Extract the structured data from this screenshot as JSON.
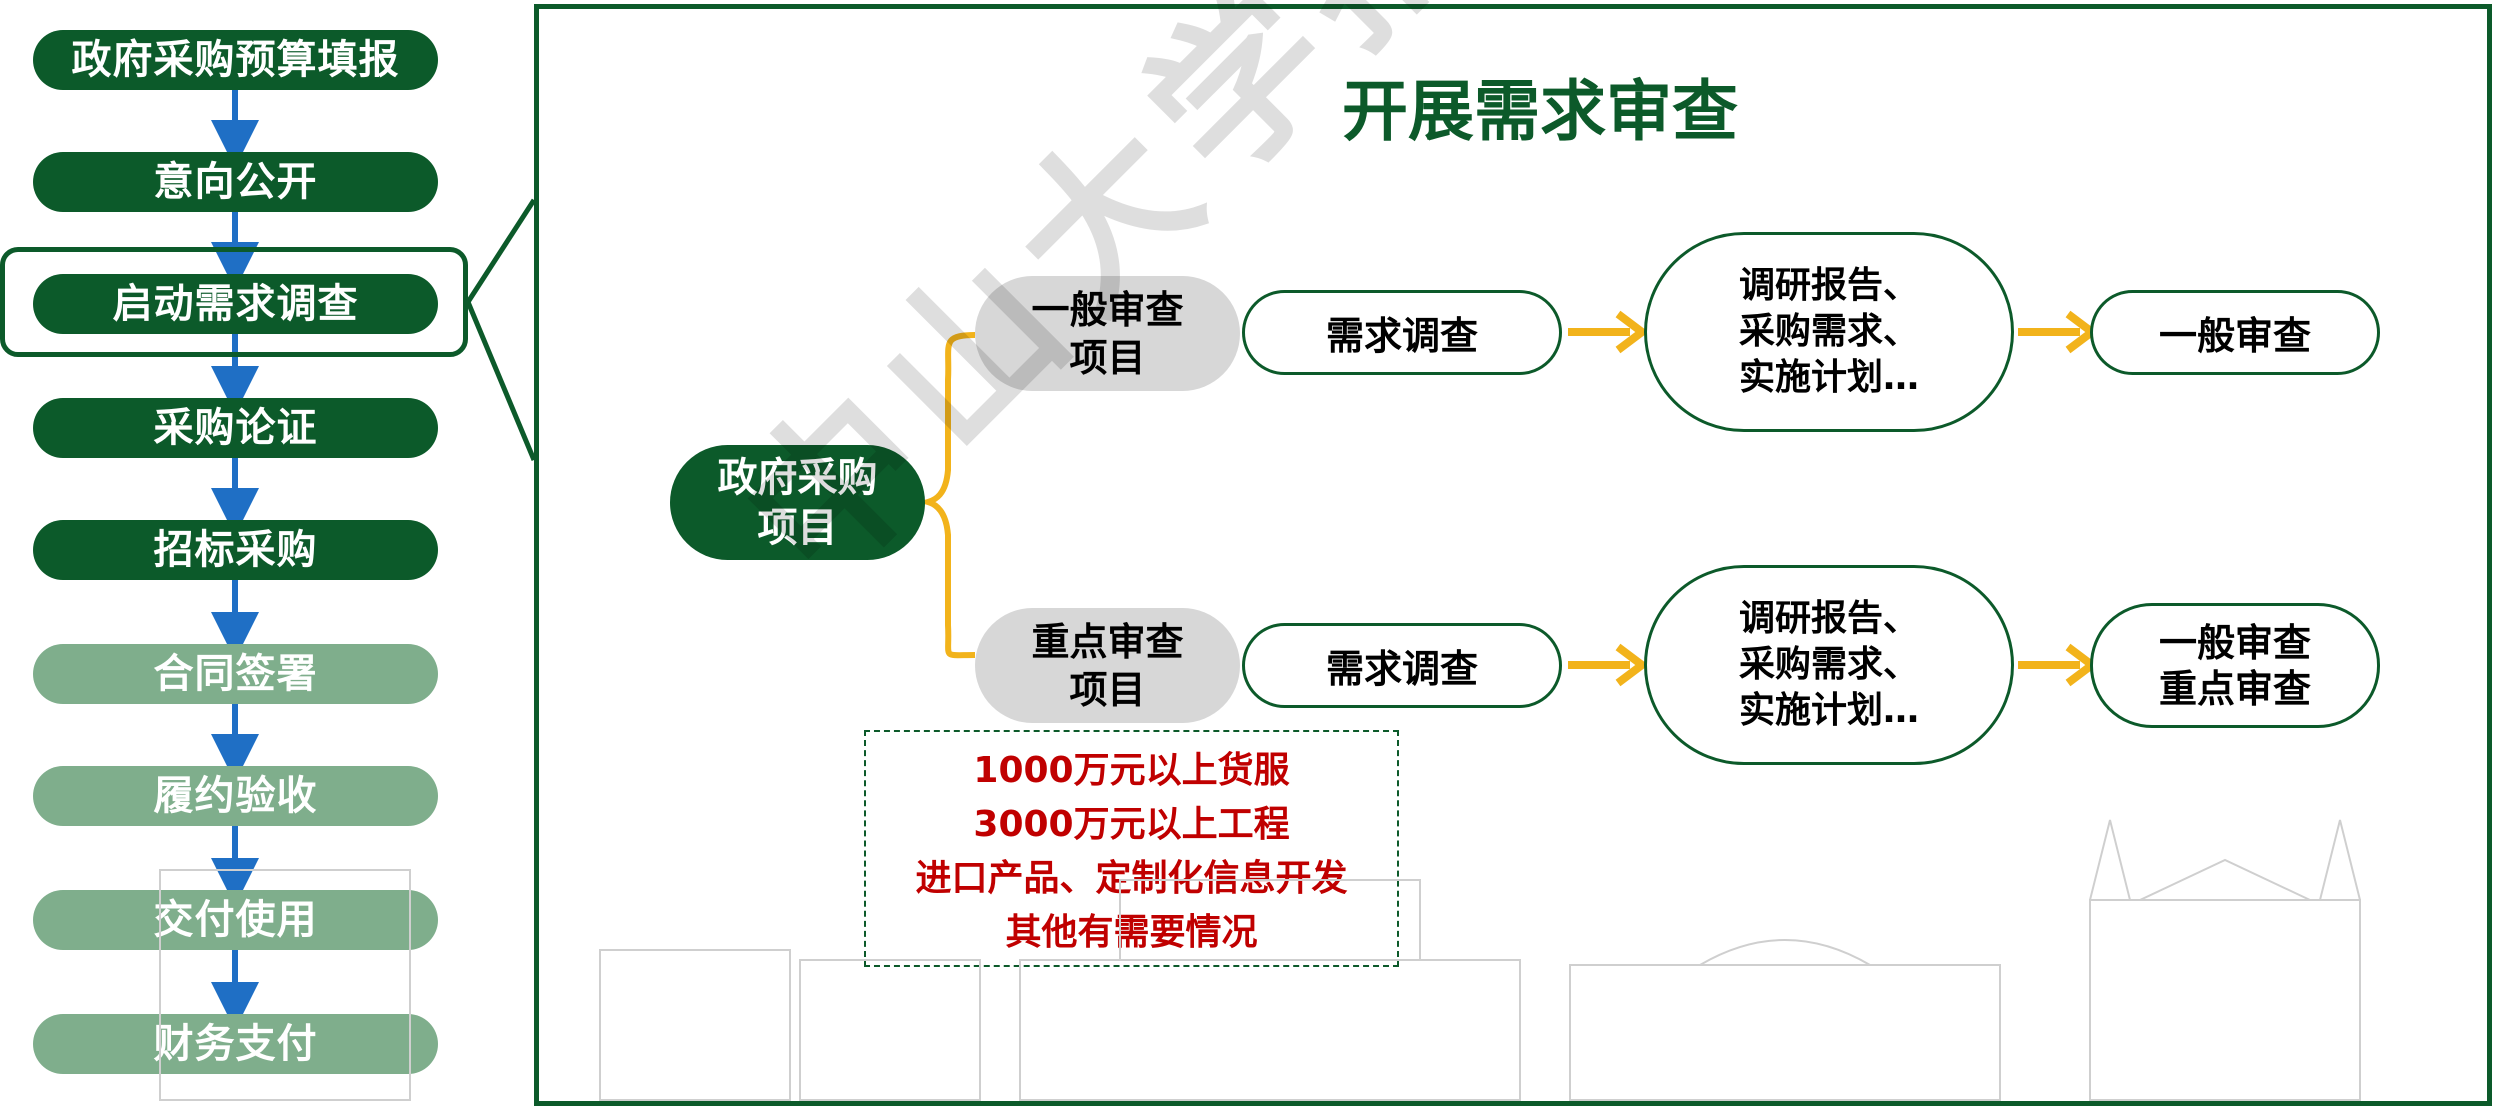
{
  "process_steps": [
    {
      "label": "政府采购预算填报",
      "style": "dark"
    },
    {
      "label": "意向公开",
      "style": "dark"
    },
    {
      "label": "启动需求调查",
      "style": "dark",
      "highlighted": true
    },
    {
      "label": "采购论证",
      "style": "dark"
    },
    {
      "label": "招标采购",
      "style": "dark"
    },
    {
      "label": "合同签署",
      "style": "light"
    },
    {
      "label": "履约验收",
      "style": "light"
    },
    {
      "label": "交付使用",
      "style": "light"
    },
    {
      "label": "财务支付",
      "style": "light"
    }
  ],
  "panel": {
    "title": "开展需求审查",
    "root_line1": "政府采购",
    "root_line2": "项目",
    "branch_general": {
      "category_line1": "一般审查",
      "category_line2": "项目",
      "survey": "需求调查",
      "report_line1": "调研报告、",
      "report_line2": "采购需求、",
      "report_line3": "实施计划…",
      "result_line1": "一般审查"
    },
    "branch_key": {
      "category_line1": "重点审查",
      "category_line2": "项目",
      "survey": "需求调查",
      "report_line1": "调研报告、",
      "report_line2": "采购需求、",
      "report_line3": "实施计划…",
      "result_line1": "一般审查",
      "result_line2": "重点审查"
    },
    "criteria": [
      "1000万元以上货服",
      "3000万元以上工程",
      "进口产品、定制化信息开发",
      "其他有需要情况"
    ]
  },
  "watermark": "中山大学招标中心",
  "colors": {
    "primary_green": "#0c5a2a",
    "light_green": "#7fae8c",
    "connector_blue": "#1f6fc5",
    "arrow_yellow": "#f2b31b",
    "criteria_red": "#c00000"
  }
}
